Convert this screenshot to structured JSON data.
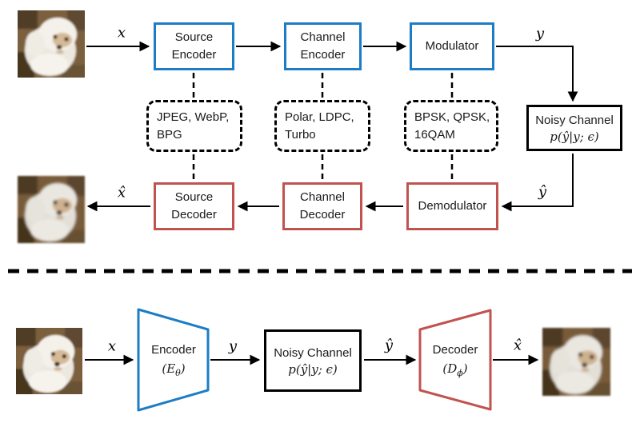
{
  "colors": {
    "blue": "#1d7dc4",
    "red": "#c1534f",
    "black": "#000000"
  },
  "classical": {
    "source_encoder": "Source\nEncoder",
    "channel_encoder": "Channel\nEncoder",
    "modulator": "Modulator",
    "noisy_channel_title": "Noisy Channel",
    "noisy_channel_formula": "p(ŷ|y; ϵ)",
    "demodulator": "Demodulator",
    "channel_decoder": "Channel\nDecoder",
    "source_decoder": "Source\nDecoder",
    "source_coding_examples": "JPEG, WebP,\nBPG",
    "channel_coding_examples": "Polar, LDPC,\nTurbo",
    "modulation_examples": "BPSK, QPSK,\n16QAM",
    "signal_x": "x",
    "signal_y": "y",
    "signal_y_hat": "ŷ",
    "signal_x_hat": "x̂"
  },
  "learned": {
    "encoder_title": "Encoder",
    "encoder_symbol_open": "(E",
    "encoder_symbol_sub": "θ",
    "encoder_symbol_close": ")",
    "noisy_channel_title": "Noisy Channel",
    "noisy_channel_formula": "p(ŷ|y; ϵ)",
    "decoder_title": "Decoder",
    "decoder_symbol_open": "(D",
    "decoder_symbol_sub": "ϕ",
    "decoder_symbol_close": ")",
    "signal_x": "x",
    "signal_y": "y",
    "signal_y_hat": "ŷ",
    "signal_x_hat": "x̂"
  }
}
